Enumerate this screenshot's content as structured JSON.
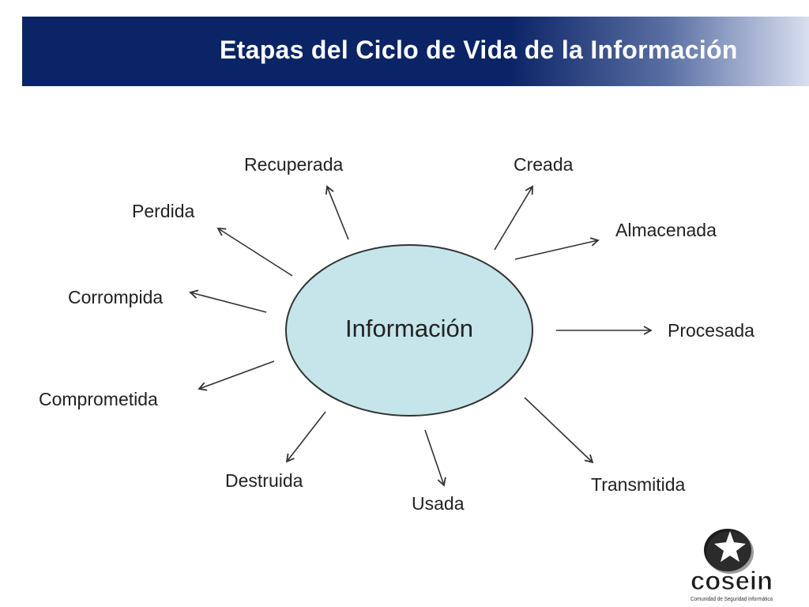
{
  "slide": {
    "title": "Etapas del Ciclo de Vida de la Información"
  },
  "diagram": {
    "center": {
      "label": "Información",
      "fill": "#c5e5ea",
      "stroke": "#333333"
    },
    "stages": [
      {
        "label": "Recuperada"
      },
      {
        "label": "Creada"
      },
      {
        "label": "Perdida"
      },
      {
        "label": "Almacenada"
      },
      {
        "label": "Corrompida"
      },
      {
        "label": "Procesada"
      },
      {
        "label": "Comprometida"
      },
      {
        "label": "Destruida"
      },
      {
        "label": "Usada"
      },
      {
        "label": "Transmitida"
      }
    ]
  },
  "logo": {
    "name": "cosein",
    "tagline": "Comunidad de Seguridad Informática"
  },
  "colors": {
    "header": "#0b2466",
    "arrow": "#333333"
  }
}
